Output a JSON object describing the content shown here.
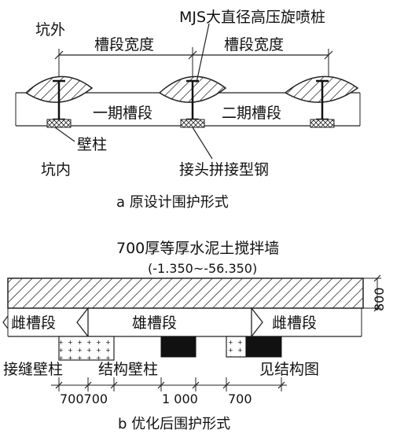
{
  "diagram_a": {
    "outside_label": "坑外",
    "mjs_label": "MJS大直径高压旋喷桩",
    "width_label_left": "槽段宽度",
    "width_label_right": "槽段宽度",
    "phase1_label": "一期槽段",
    "phase2_label": "二期槽段",
    "wall_column_label": "壁柱",
    "inside_label": "坑内",
    "joint_steel_label": "接头拼接型钢",
    "caption": "a  原设计围护形式"
  },
  "diagram_b": {
    "wall_label": "700厚等厚水泥土搅拌墙",
    "elevation_range": "(-1.350~-56.350)",
    "dim_800": "800",
    "left_segment_label": "雌槽段",
    "center_segment_label": "雄槽段",
    "right_segment_label": "雌槽段",
    "joint_column_label": "接缝壁柱",
    "structural_column_label": "结构壁柱",
    "see_drawing_label": "见结构图",
    "dim_700_700": "700700",
    "dim_1000": "1 000",
    "dim_700": "700",
    "caption": "b  优化后围护形式"
  }
}
